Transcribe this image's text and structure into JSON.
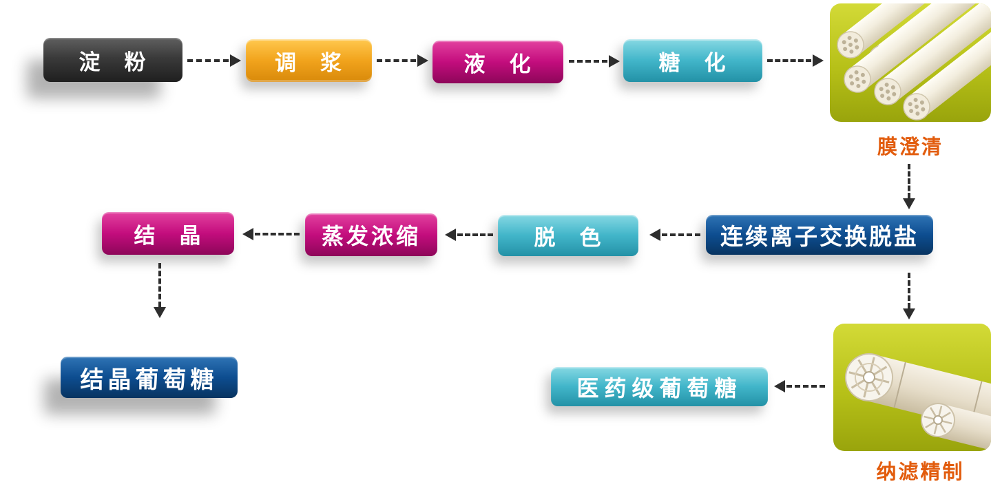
{
  "palette": {
    "starch_box": "#3a3a3a",
    "orange_box": "#f1a31c",
    "magenta_box": "#c30d7d",
    "teal_box": "#41b5c9",
    "blue_box": "#0d4d90",
    "photo_bg_green": "#b6c018",
    "caption_orange": "#e25c0d",
    "arrow_color": "#2e2e2e"
  },
  "row1": {
    "starch": {
      "label": "淀　粉"
    },
    "slurry": {
      "label": "调　浆"
    },
    "liquefaction": {
      "label": "液　化"
    },
    "saccharification": {
      "label": "糖　化"
    }
  },
  "row2": {
    "ion_exchange": {
      "label": "连续离子交换脱盐"
    },
    "decolorization": {
      "label": "脱　色"
    },
    "evaporation": {
      "label": "蒸发浓缩"
    },
    "crystallization": {
      "label": "结　晶"
    }
  },
  "row3": {
    "crystalline_glucose": {
      "label": "结晶葡萄糖"
    },
    "pharma_glucose": {
      "label": "医药级葡萄糖"
    }
  },
  "photos": {
    "membrane_clarification": {
      "caption": "膜澄清",
      "depicts": "ceramic-membrane-tube-bundle"
    },
    "nanofiltration": {
      "caption": "纳滤精制",
      "depicts": "spiral-wound-membrane-modules"
    }
  }
}
